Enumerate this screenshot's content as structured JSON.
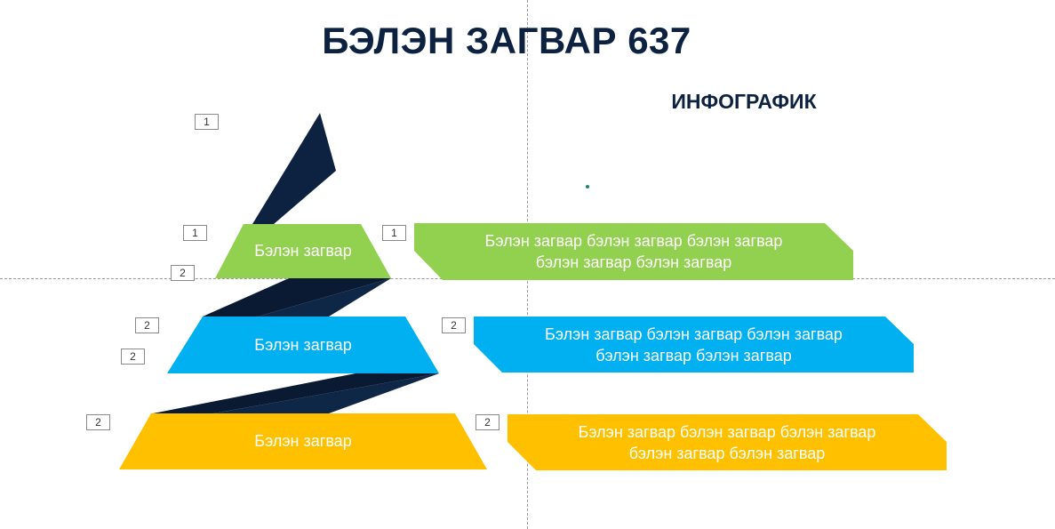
{
  "title": "БЭЛЭН ЗАГВАР 637",
  "subtitle": "ИНФОГРАФИК",
  "tiers": [
    {
      "label": "Бэлэн загвар",
      "color": "#92d050"
    },
    {
      "label": "Бэлэн загвар",
      "color": "#00b0f0"
    },
    {
      "label": "Бэлэн загвар",
      "color": "#ffc000"
    }
  ],
  "bands": [
    {
      "line1": "Бэлэн загвар бэлэн загвар бэлэн загвар",
      "line2": "бэлэн загвар бэлэн загвар",
      "color": "#92d050"
    },
    {
      "line1": "Бэлэн загвар бэлэн загвар бэлэн загвар",
      "line2": "бэлэн загвар бэлэн загвар",
      "color": "#00b0f0"
    },
    {
      "line1": "Бэлэн загвар бэлэн загвар бэлэн загвар",
      "line2": "бэлэн загвар бэлэн загвар",
      "color": "#ffc000"
    }
  ],
  "zigzag_color": "#0d2241",
  "tags": [
    "1",
    "1",
    "1",
    "2",
    "2",
    "2",
    "2",
    "2",
    "2"
  ]
}
